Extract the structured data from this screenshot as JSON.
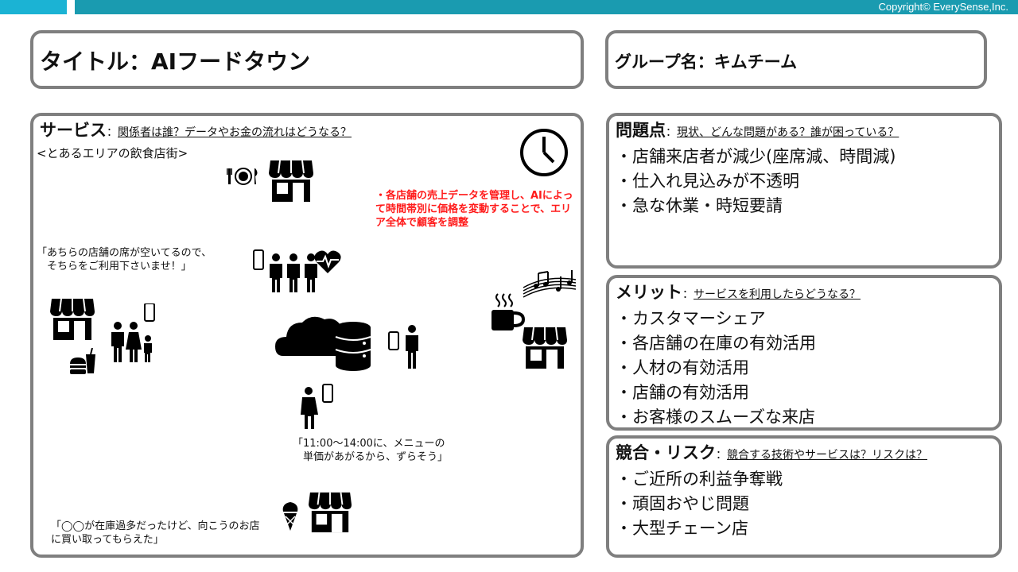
{
  "header": {
    "copyright": "Copyright© EverySense,Inc."
  },
  "title_box": {
    "label": "タイトル：AIフードタウン"
  },
  "group_box": {
    "label": "グループ名：キムチーム"
  },
  "service": {
    "title": "サービス",
    "colon": "：",
    "subtitle": "関係者は誰？データやお金の流れはどうなる？",
    "caption": "<とあるエリアの飲食店街>",
    "red_note": "・各店舗の売上データを管理し、AIによっ\nて時間帯別に価格を変動することで、エリ\nア全体で顧客を調整",
    "quote_seats": "「あちらの店舗の席が空いてるので、\n　そちらをご利用下さいませ！」",
    "quote_price": "「11:00〜14:00に、メニューの\n　単価があがるから、ずらそう」",
    "quote_stock": "「◯◯が在庫過多だったけど、向こうのお店\nに買い取ってもらえた」"
  },
  "problem": {
    "title": "問題点",
    "colon": "：",
    "subtitle": "現状、どんな問題がある？誰が困っている？",
    "items": [
      "・店舗来店者が減少(座席減、時間減)",
      "・仕入れ見込みが不透明",
      "・急な休業・時短要請"
    ]
  },
  "merit": {
    "title": "メリット",
    "colon": "：",
    "subtitle": "サービスを利用したらどうなる？",
    "items": [
      "・カスタマーシェア",
      "・各店舗の在庫の有効活用",
      "・人材の有効活用",
      "・店舗の有効活用",
      "・お客様のスムーズな来店"
    ]
  },
  "risk": {
    "title": "競合・リスク",
    "colon": "：",
    "subtitle": "競合する技術やサービスは？リスクは？",
    "items": [
      "・ご近所の利益争奪戦",
      "・頑固おやじ問題",
      "・大型チェーン店"
    ]
  },
  "icons": [
    "store-icon",
    "dining-icon",
    "clock-icon",
    "phone-icon",
    "people-icon",
    "heartbeat-icon",
    "family-icon",
    "fastfood-icon",
    "cloud-database-icon",
    "person-phone-icon",
    "coffee-icon",
    "music-icon",
    "ice-cream-icon"
  ]
}
